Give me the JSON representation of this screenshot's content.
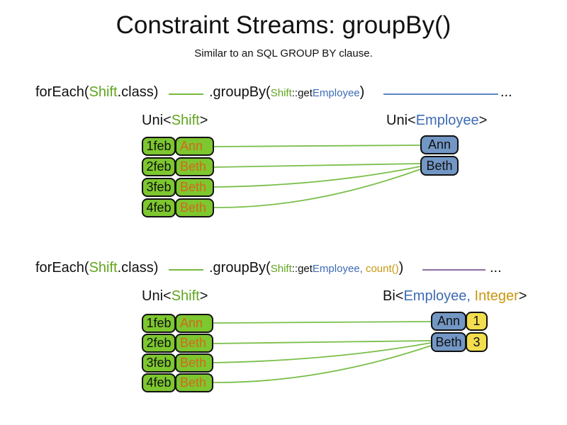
{
  "title": "Constraint Streams: groupBy()",
  "subtitle": "Similar to an SQL GROUP BY clause.",
  "colors": {
    "green_text": "#61a51e",
    "blue_text": "#3e6bb4",
    "gold_text": "#c8960e",
    "orange_text": "#d2691e",
    "green_box_fill": "#7dc72f",
    "blue_box_fill": "#7297c5",
    "yellow_box_fill": "#f2de4f",
    "green_line": "#76b93e",
    "blue_line": "#5b87c5",
    "purple_line": "#8d6ca3"
  },
  "section1": {
    "code": {
      "foreach_open": "forEach(",
      "foreach_type": "Shift",
      "foreach_close": ".class)",
      "groupby_open": ".groupBy(",
      "arg_type": "Shift",
      "arg_mid": "::get",
      "arg_prop": "Employee",
      "groupby_close": ")",
      "ellipsis": "..."
    },
    "left_label": {
      "open": "Uni<",
      "type": "Shift",
      "close": ">"
    },
    "right_label": {
      "open": "Uni<",
      "type": "Employee",
      "close": ">"
    },
    "rows": [
      {
        "date": "1feb",
        "name": "Ann"
      },
      {
        "date": "2feb",
        "name": "Beth"
      },
      {
        "date": "3feb",
        "name": "Beth"
      },
      {
        "date": "4feb",
        "name": "Beth"
      }
    ],
    "groups": [
      "Ann",
      "Beth"
    ]
  },
  "section2": {
    "code": {
      "foreach_open": "forEach(",
      "foreach_type": "Shift",
      "foreach_close": ".class)",
      "groupby_open": ".groupBy(",
      "arg_type": "Shift",
      "arg_mid": "::get",
      "arg_prop": "Employee",
      "arg_comma": ",",
      "arg_count": " count()",
      "groupby_close": ")",
      "ellipsis": "..."
    },
    "left_label": {
      "open": "Uni<",
      "type": "Shift",
      "close": ">"
    },
    "right_label": {
      "open": "Bi<",
      "type1": "Employee,",
      "type2": " Integer",
      "close": ">"
    },
    "rows": [
      {
        "date": "1feb",
        "name": "Ann"
      },
      {
        "date": "2feb",
        "name": "Beth"
      },
      {
        "date": "3feb",
        "name": "Beth"
      },
      {
        "date": "4feb",
        "name": "Beth"
      }
    ],
    "groups": [
      {
        "name": "Ann",
        "count": "1"
      },
      {
        "name": "Beth",
        "count": "3"
      }
    ]
  }
}
